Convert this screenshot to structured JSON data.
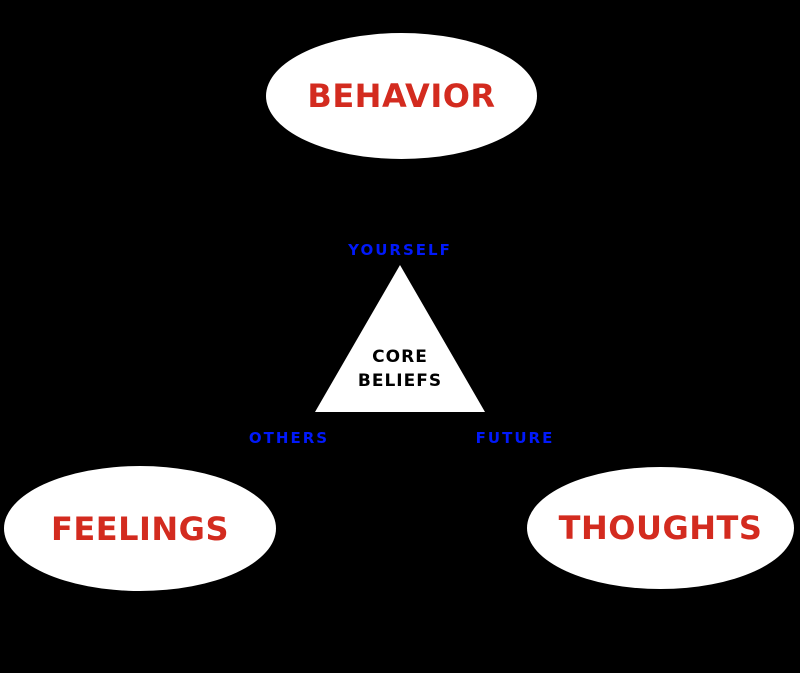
{
  "diagram": {
    "nodes": {
      "behavior": "BEHAVIOR",
      "feelings": "FEELINGS",
      "thoughts": "THOUGHTS"
    },
    "core": {
      "line1": "CORE",
      "line2": "BELIEFS"
    },
    "beliefs_about": {
      "yourself": "YOURSELF",
      "others": "OTHERS",
      "future": "FUTURE"
    },
    "colors": {
      "background": "#000000",
      "shape_fill": "#ffffff",
      "node_label_text": "#d32b1f",
      "belief_label_text": "#0119fa",
      "core_text": "#000000"
    }
  }
}
